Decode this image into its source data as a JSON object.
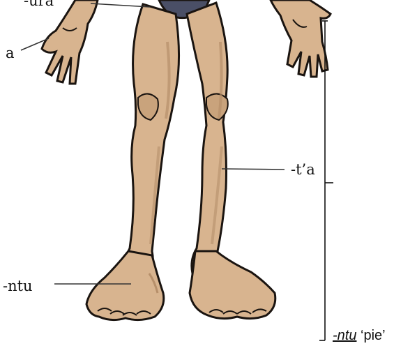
{
  "labels": {
    "top_cut": "-ura",
    "hand_cut": "a",
    "shin": "-t’a",
    "foot": "-ntu"
  },
  "caption": {
    "term": "-ntu",
    "gloss": "‘pie’"
  },
  "colors": {
    "skin": "#d8b48f",
    "skin_shadow": "#b68f6a",
    "outline": "#1a1410",
    "shorts": "#4a4f66",
    "background": "#ffffff"
  }
}
